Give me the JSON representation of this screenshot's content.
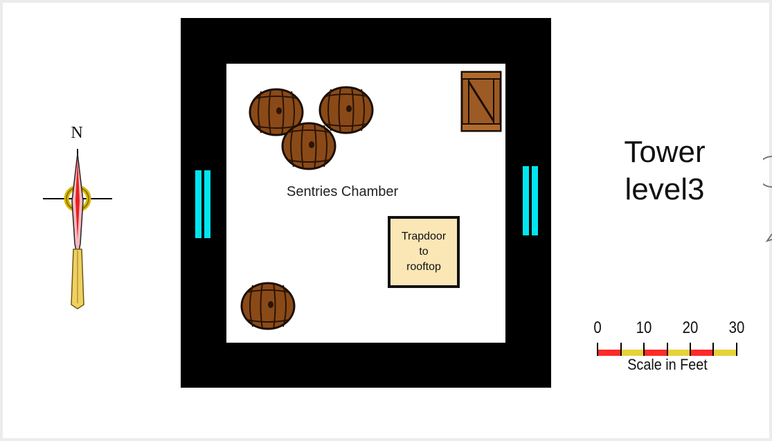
{
  "map": {
    "title": "Tower\nlevel3",
    "room_label": "Sentries Chamber",
    "trapdoor_label": "Trapdoor\nto\nrooftop",
    "compass": {
      "north_label": "N"
    },
    "scale": {
      "ticks": [
        "0",
        "10",
        "20",
        "30"
      ],
      "caption": "Scale in Feet",
      "segment_colors": [
        "#ff2a2a",
        "#e6d23a"
      ]
    },
    "objects": [
      {
        "type": "barrel",
        "icon": "barrel-icon"
      },
      {
        "type": "barrel",
        "icon": "barrel-icon"
      },
      {
        "type": "barrel",
        "icon": "barrel-icon"
      },
      {
        "type": "barrel",
        "icon": "barrel-icon"
      },
      {
        "type": "crate",
        "icon": "crate-icon"
      }
    ],
    "doors": [
      "west-window",
      "east-window"
    ],
    "colors": {
      "wall": "#000000",
      "floor": "#ffffff",
      "window": "#00e5f0",
      "trapdoor": "#fbe6b6",
      "barrel_wood": "#8a4a18"
    }
  }
}
